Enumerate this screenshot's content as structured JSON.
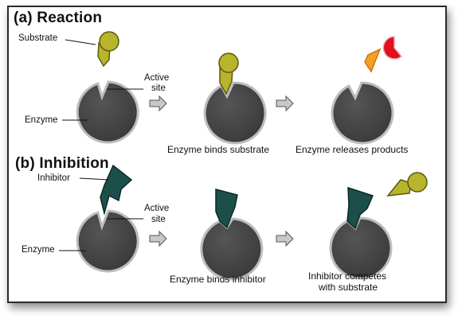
{
  "sections": [
    {
      "title": "(a) Reaction",
      "labels": {
        "substrate": "Substrate",
        "active_site_1": "Active",
        "active_site_2": "site",
        "enzyme": "Enzyme"
      },
      "captions": [
        "Enzyme binds substrate",
        "Enzyme releases products"
      ]
    },
    {
      "title": "(b) Inhibition",
      "labels": {
        "inhibitor": "Inhibitor",
        "active_site_1": "Active",
        "active_site_2": "site",
        "enzyme": "Enzyme"
      },
      "captions": [
        "Enzyme binds inhibitor",
        "Inhibitor competes",
        "with substrate"
      ]
    }
  ],
  "colors": {
    "enzyme_fill": "#454545",
    "enzyme_edge": "#bdbdbd",
    "substrate": "#b8b42c",
    "substrate_edge": "#5a5a10",
    "inhibitor": "#1c4f4a",
    "product_orange": "#f5a020",
    "product_red": "#e0101e",
    "arrow": "#c8c8c8"
  }
}
